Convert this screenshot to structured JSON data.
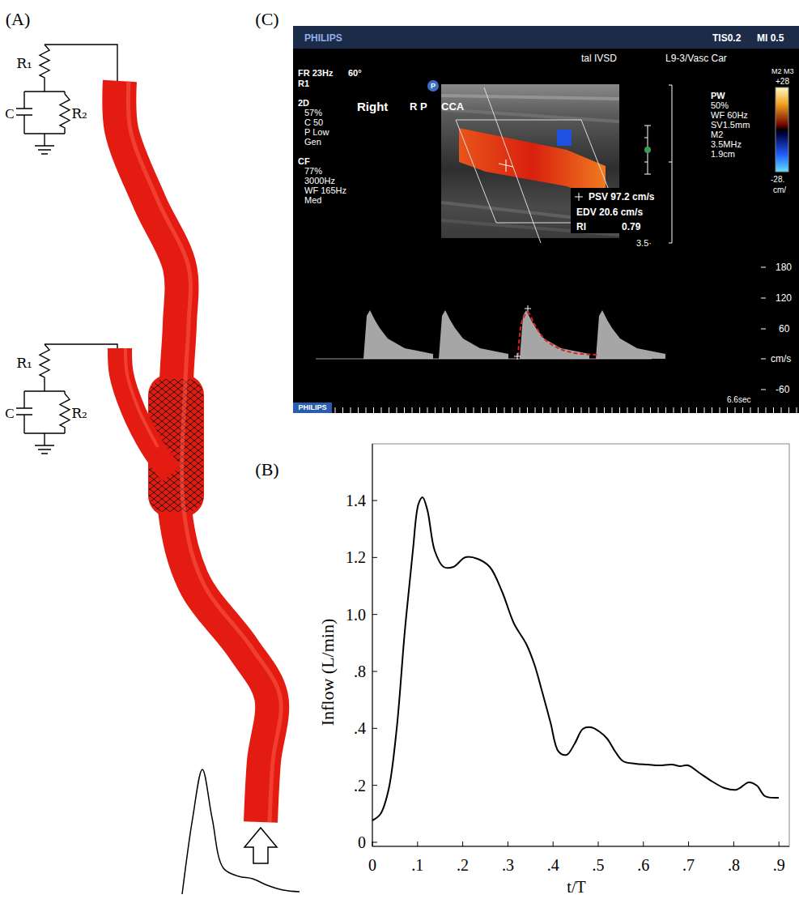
{
  "diagram": {
    "labels": [
      "(A)",
      "R₁",
      "C",
      "R₂",
      "R₁",
      "C",
      "R₂",
      "(C)",
      "PHILIPS",
      "TIS0.2",
      "MI 0.5",
      "tal IVSD",
      "L9-3/Vasc Car",
      "FR 23Hz",
      "60°",
      "R1",
      "2D",
      "57%",
      "C 50",
      "P Low",
      "Gen",
      "CF",
      "77%",
      "3000Hz",
      "WF 165Hz",
      "Med",
      "P",
      "Right",
      "R P",
      "CCA",
      "PSV 97.2 cm/s",
      "EDV 20.6 cm/s",
      "RI",
      "0.79",
      "3.5·",
      "PW",
      "50%",
      "WF 60Hz",
      "SV1.5mm",
      "M2",
      "3.5MHz",
      "1.9cm",
      "M2 M3",
      "+28",
      "-28.",
      "cm/",
      "180",
      "120",
      "60",
      "cm/s",
      "-60",
      "6.6sec",
      "PHILIPS",
      "(B)",
      "1.4",
      "1.2",
      "1.0",
      ".8",
      ".4",
      ".2",
      "0",
      "0",
      ".1",
      ".2",
      ".3",
      ".4",
      ".5",
      ".6",
      ".7",
      ".8",
      ".9",
      "t/T",
      "Inflow (L/min)"
    ]
  }
}
